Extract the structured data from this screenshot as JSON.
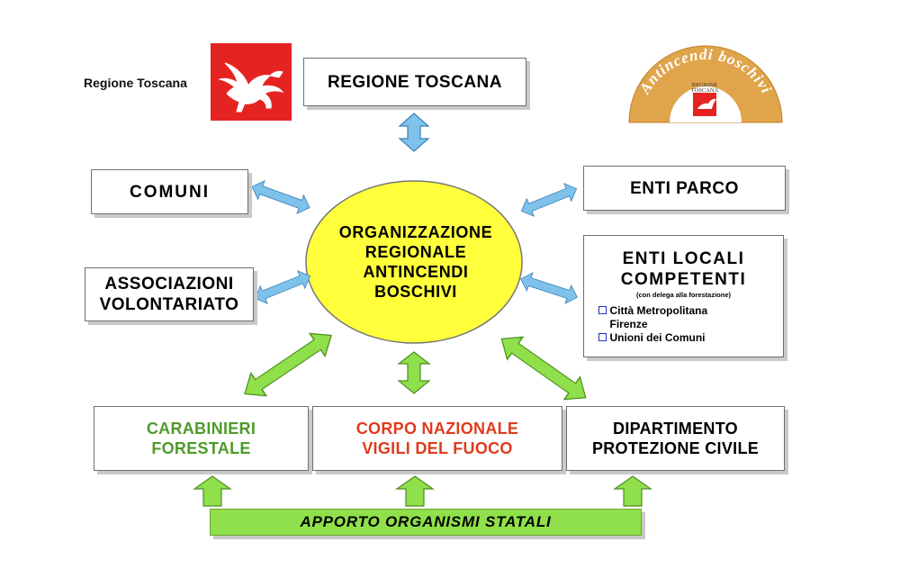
{
  "header": {
    "region_label": "Regione Toscana"
  },
  "badge": {
    "arc_text": "Antincendi boschivi",
    "small_line1": "REGIONE",
    "small_line2": "TOSCANA"
  },
  "center": {
    "lines": [
      "ORGANIZZAZIONE",
      "REGIONALE",
      "ANTINCENDI",
      "BOSCHIVI"
    ]
  },
  "boxes": {
    "regione_toscana": "REGIONE TOSCANA",
    "comuni": "COMUNI",
    "associazioni_line1": "ASSOCIAZIONI",
    "associazioni_line2": "VOLONTARIATO",
    "enti_parco": "ENTI PARCO",
    "enti_locali_line1": "ENTI LOCALI",
    "enti_locali_line2": "COMPETENTI",
    "enti_locali_sub": "(con delega alla forestazione)",
    "enti_locali_item1_line1": "Città Metropolitana",
    "enti_locali_item1_line2": "Firenze",
    "enti_locali_item2": "Unioni dei Comuni",
    "carabinieri_line1": "CARABINIERI",
    "carabinieri_line2": "FORESTALE",
    "vigili_line1": "CORPO NAZIONALE",
    "vigili_line2": "VIGILI DEL FUOCO",
    "protezione_line1": "DIPARTIMENTO",
    "protezione_line2": "PROTEZIONE CIVILE"
  },
  "bottom_bar": "APPORTO ORGANISMI STATALI",
  "colors": {
    "blue_arrow": "#7ec2ec",
    "green_arrow": "#8fe04a",
    "ellipse": "#ffff3c",
    "logo_red": "#e52421",
    "badge_orange": "#e0a44a",
    "carabinieri_text": "#4e9a2a",
    "vigili_text": "#e03a1c"
  }
}
